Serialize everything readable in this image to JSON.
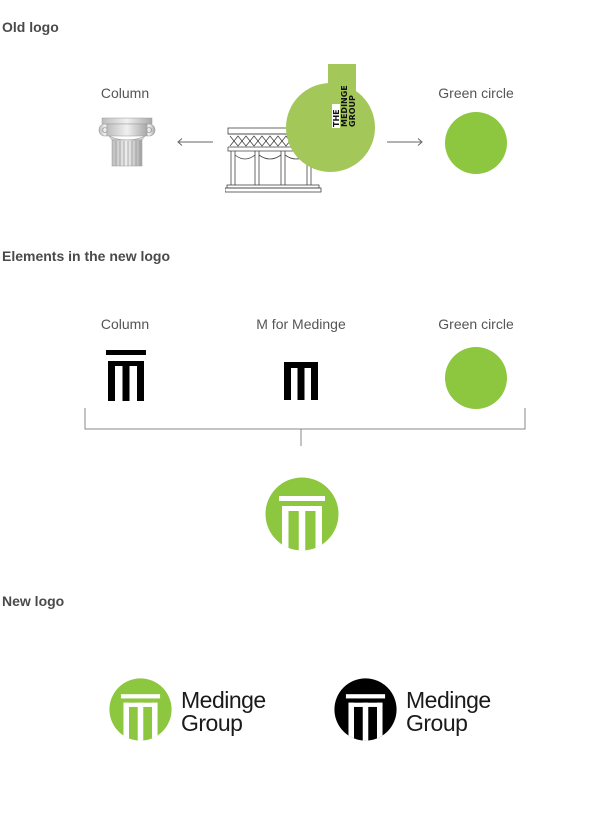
{
  "sections": {
    "old_logo": "Old logo",
    "elements": "Elements in the new logo",
    "new_logo": "New logo"
  },
  "old": {
    "column_label": "Column",
    "green_circle_label": "Green circle",
    "badge_lines": [
      "THE",
      "MEDINGE",
      "GROUP"
    ]
  },
  "elements": {
    "column_label": "Column",
    "m_label": "M for Medinge",
    "green_circle_label": "Green circle"
  },
  "new_logo": {
    "word1": "Medinge",
    "word2": "Group"
  },
  "colors": {
    "brand_green": "#8dc63f",
    "old_green": "#a4c75a",
    "black": "#000000"
  }
}
